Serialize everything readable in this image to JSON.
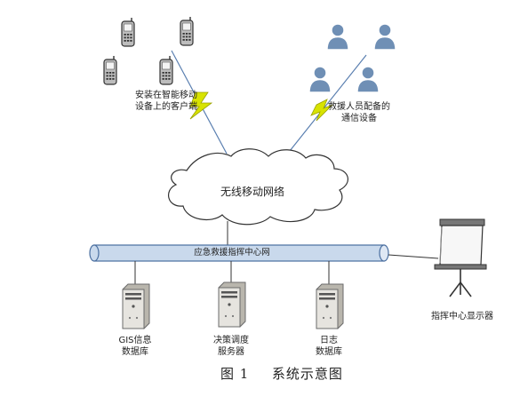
{
  "labels": {
    "mobile_clients": [
      "安装在智能移动",
      "设备上的客户端"
    ],
    "rescue_devices": [
      "救援人员配备的",
      "通信设备"
    ],
    "cloud": "无线移动网络",
    "backbone": "应急救援指挥中心网",
    "display": "指挥中心显示器",
    "servers": [
      [
        "GIS信息",
        "数据库"
      ],
      [
        "决策调度",
        "服务器"
      ],
      [
        "日志",
        "数据库"
      ]
    ]
  },
  "caption": {
    "figure": "图 1",
    "title": "系统示意图"
  },
  "colors": {
    "pipe_fill": "#c9d9ec",
    "pipe_stroke": "#4a6fa0",
    "person": "#6f8fb5",
    "lightning": "#d8e300",
    "link_line": "#5a7fb0",
    "server_body": "#e6e4df",
    "server_stroke": "#6b6b6b"
  },
  "icons": {
    "phone": "mobile-phone-icon",
    "person": "person-icon",
    "cloud": "cloud-icon",
    "server": "server-icon",
    "projector_screen": "projector-screen-icon"
  }
}
